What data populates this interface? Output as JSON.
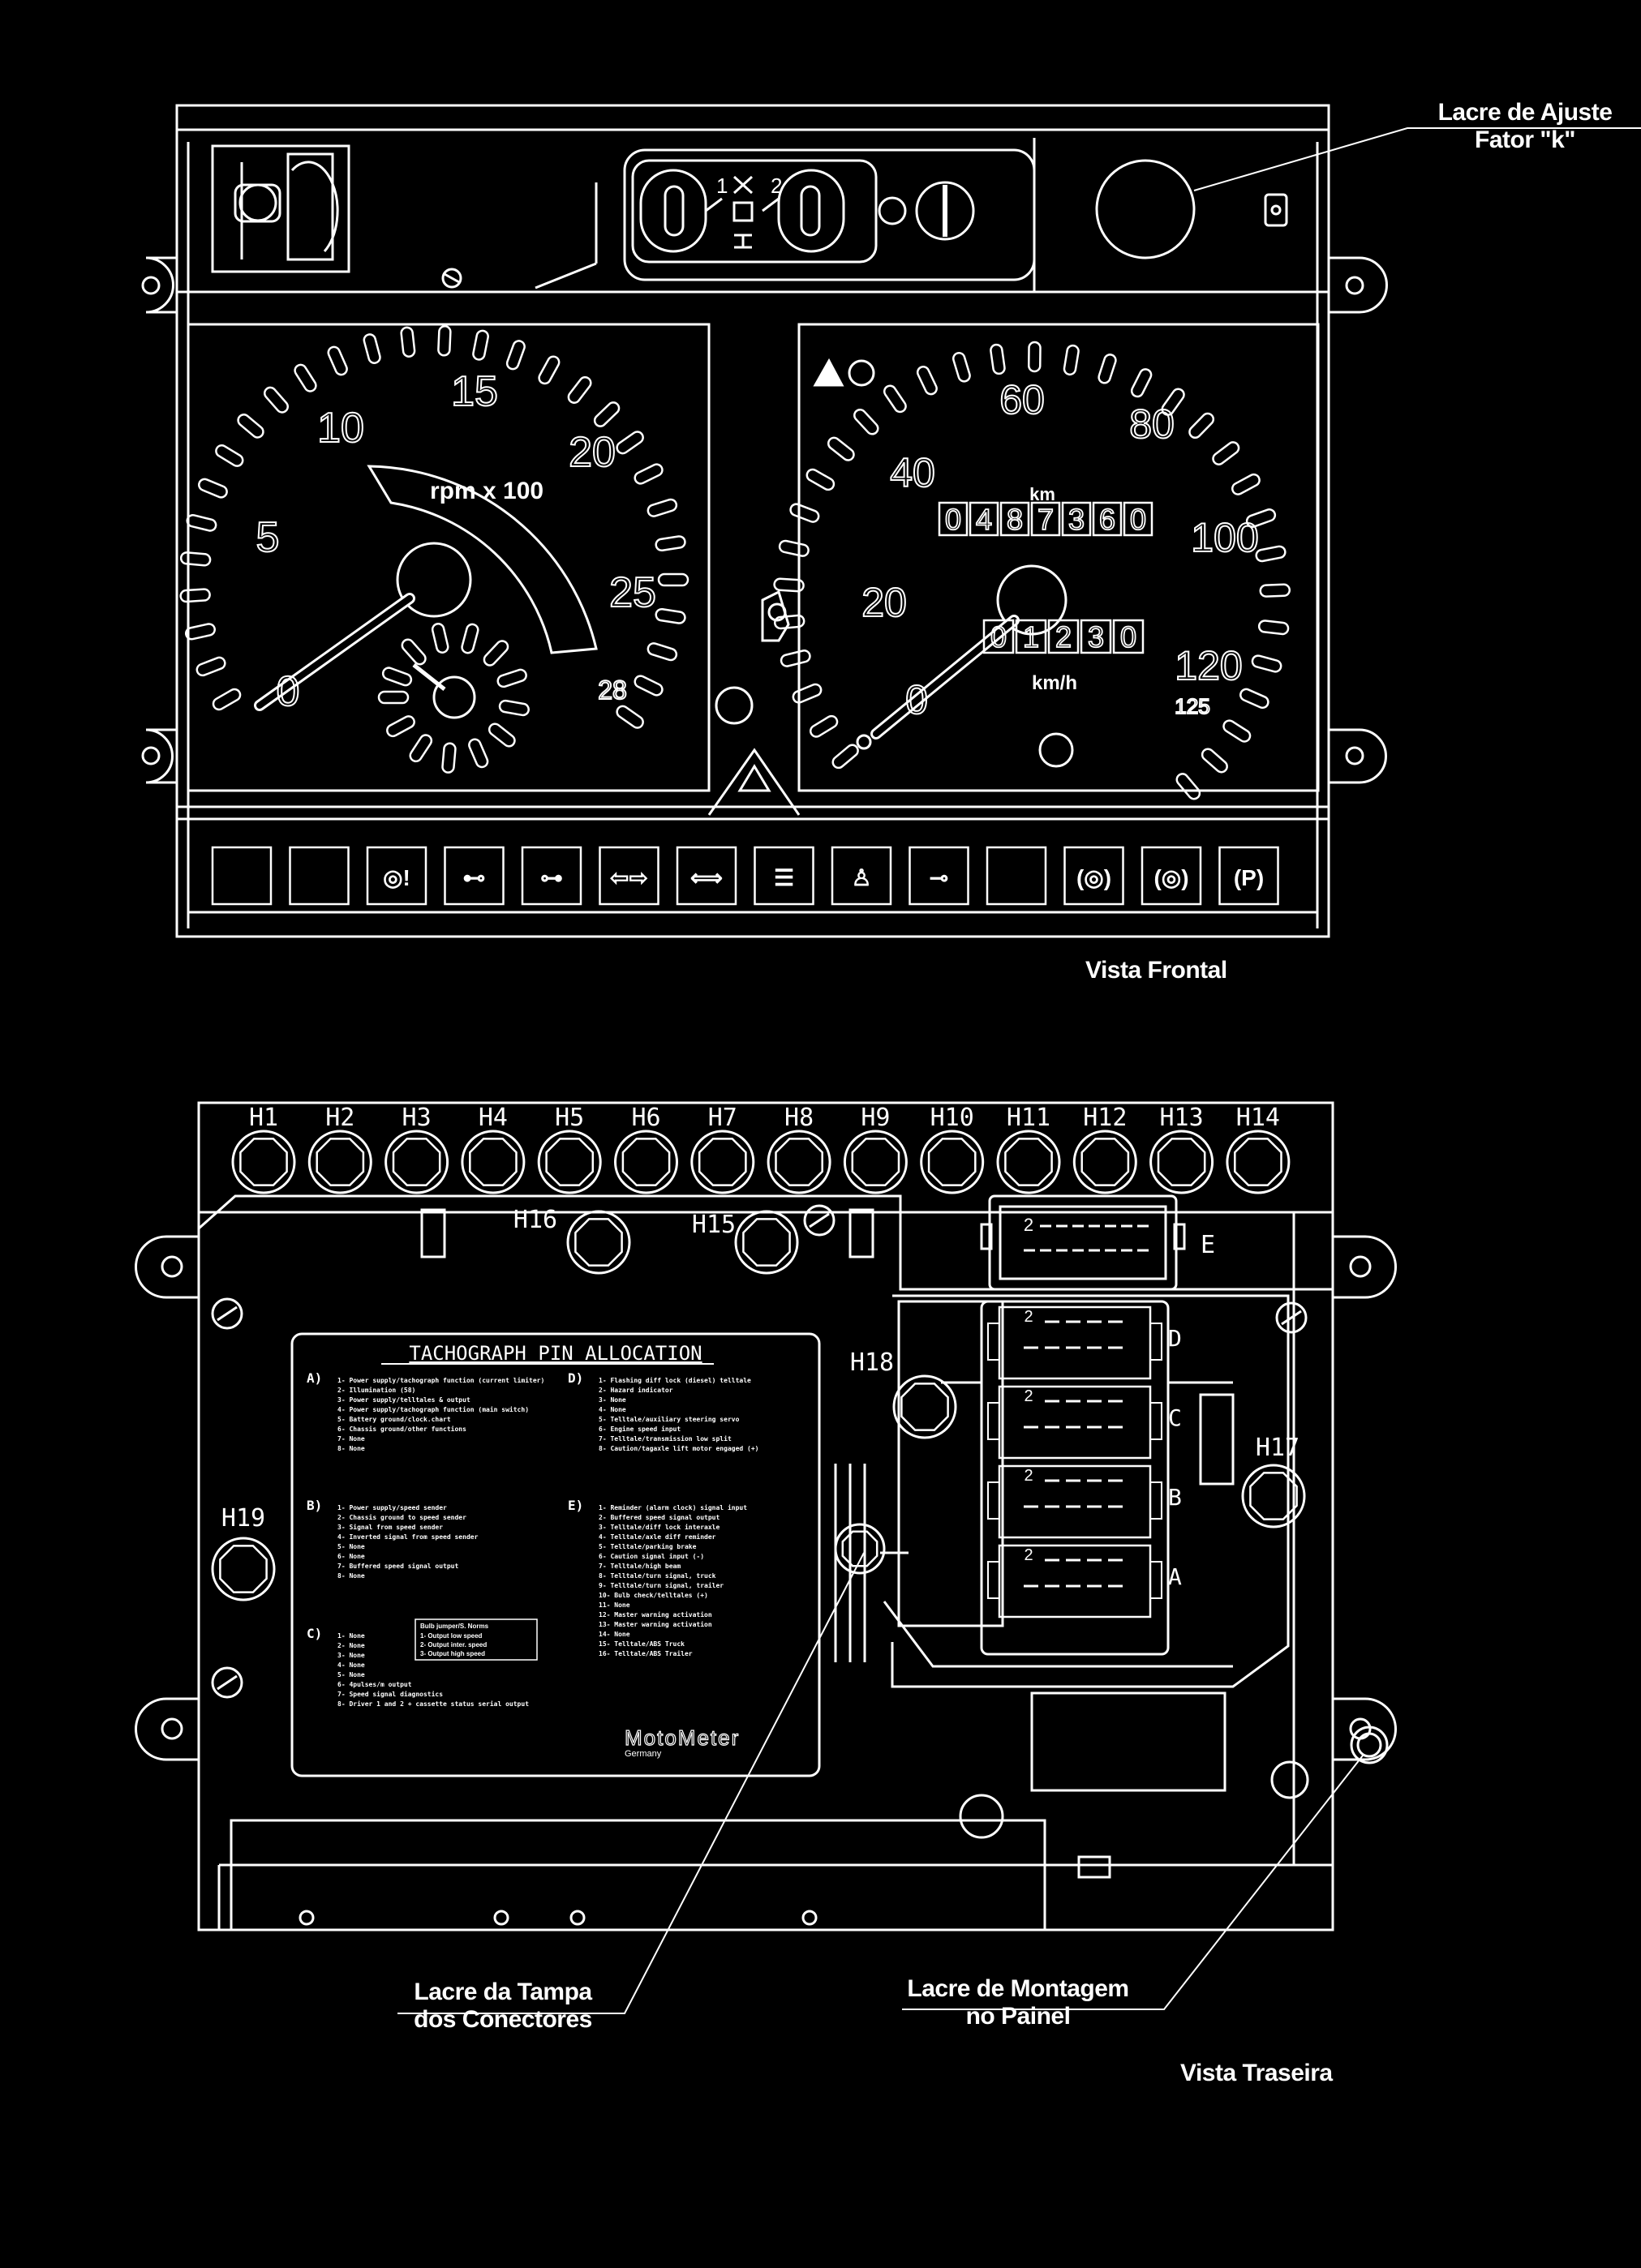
{
  "callouts": {
    "k_factor_seal_line1": "Lacre de Ajuste",
    "k_factor_seal_line2": "Fator \"k\"",
    "connector_cover_seal_line1": "Lacre da Tampa",
    "connector_cover_seal_line2": "dos Conectores",
    "panel_mount_seal_line1": "Lacre de Montagem",
    "panel_mount_seal_line2": "no Painel"
  },
  "views": {
    "front": "Vista Frontal",
    "rear": "Vista Traseira"
  },
  "tachometer": {
    "unit": "rpm x 100",
    "scale": [
      "0",
      "5",
      "10",
      "15",
      "20",
      "25",
      "28"
    ]
  },
  "speedometer": {
    "odometer_unit": "km",
    "odometer": [
      "0",
      "4",
      "8",
      "7",
      "3",
      "6",
      "0"
    ],
    "trip": [
      "0",
      "1",
      "2",
      "3",
      "0"
    ],
    "speed_unit": "km/h",
    "scale": [
      "0",
      "20",
      "40",
      "60",
      "80",
      "100",
      "120",
      "125"
    ]
  },
  "mode_switch": {
    "driver1": "1",
    "driver2": "2"
  },
  "warning_lamps": [
    "empty-lamp",
    "empty-lamp",
    "steering-warning-icon",
    "axle-diff-lock-icon",
    "transfer-diff-lock-icon",
    "turn-signals-truck-icon",
    "turn-signals-trailer-icon",
    "high-beam-icon",
    "seat-belt-icon",
    "trailer-coupling-icon",
    "empty-lamp",
    "abs-truck-icon",
    "abs-trailer-icon",
    "parking-brake-icon"
  ],
  "connectors": {
    "top_row": [
      "H1",
      "H2",
      "H3",
      "H4",
      "H5",
      "H6",
      "H7",
      "H8",
      "H9",
      "H10",
      "H11",
      "H12",
      "H13",
      "H14"
    ],
    "h15": "H15",
    "h16": "H16",
    "h17": "H17",
    "h18": "H18",
    "h19": "H19",
    "blocks": [
      "A",
      "B",
      "C",
      "D",
      "E"
    ],
    "pin2": "2"
  },
  "pin_table": {
    "title": "TACHOGRAPH PIN ALLOCATION",
    "groups": [
      {
        "id": "A)",
        "lines": [
          "1- Power supply/tachograph function (current limiter)",
          "2- Illumination (58)",
          "3- Power supply/telltales & output",
          "4- Power supply/tachograph function (main switch)",
          "5- Battery ground/clock.chart",
          "6- Chassis ground/other functions",
          "7- None",
          "8- None"
        ]
      },
      {
        "id": "B)",
        "lines": [
          "1- Power supply/speed sender",
          "2- Chassis ground to speed sender",
          "3- Signal from speed sender",
          "4- Inverted signal from speed sender",
          "5- None",
          "6- None",
          "7- Buffered speed signal output",
          "8- None"
        ]
      },
      {
        "id": "C)",
        "lines": [
          "1- None",
          "2- None",
          "3- None",
          "4- None",
          "5- None",
          "6- 4pulses/m output",
          "7- Speed signal diagnostics",
          "8- Driver 1 and 2 + cassette status serial output"
        ]
      },
      {
        "id": "D)",
        "lines": [
          "1- Flashing diff lock (diesel) telltale",
          "2- Hazard indicator",
          "3- None",
          "4- None",
          "5- Telltale/auxiliary steering servo",
          "6- Engine speed input",
          "7- Telltale/transmission low split",
          "8- Caution/tagaxle lift motor engaged (+)"
        ]
      },
      {
        "id": "E)",
        "lines": [
          "1- Reminder (alarm clock) signal input",
          "2- Buffered speed signal output",
          "3- Telltale/diff lock interaxle",
          "4- Telltale/axle diff reminder",
          "5- Telltale/parking brake",
          "6- Caution signal input (-)",
          "7- Telltale/high beam",
          "8- Telltale/turn signal, truck",
          "9- Telltale/turn signal, trailer",
          "10- Bulb check/telltales (+)",
          "11- None",
          "12- Master warning activation",
          "13- Master warning activation",
          "14- None",
          "15- Telltale/ABS Truck",
          "16- Telltale/ABS Trailer"
        ]
      }
    ],
    "speed_box": {
      "title": "Bulb jumper/S. Norms",
      "lines": [
        "1- Output low speed",
        "2- Output inter. speed",
        "3- Output high speed"
      ]
    },
    "brand": "MotoMeter",
    "brand_sub": "Germany"
  }
}
